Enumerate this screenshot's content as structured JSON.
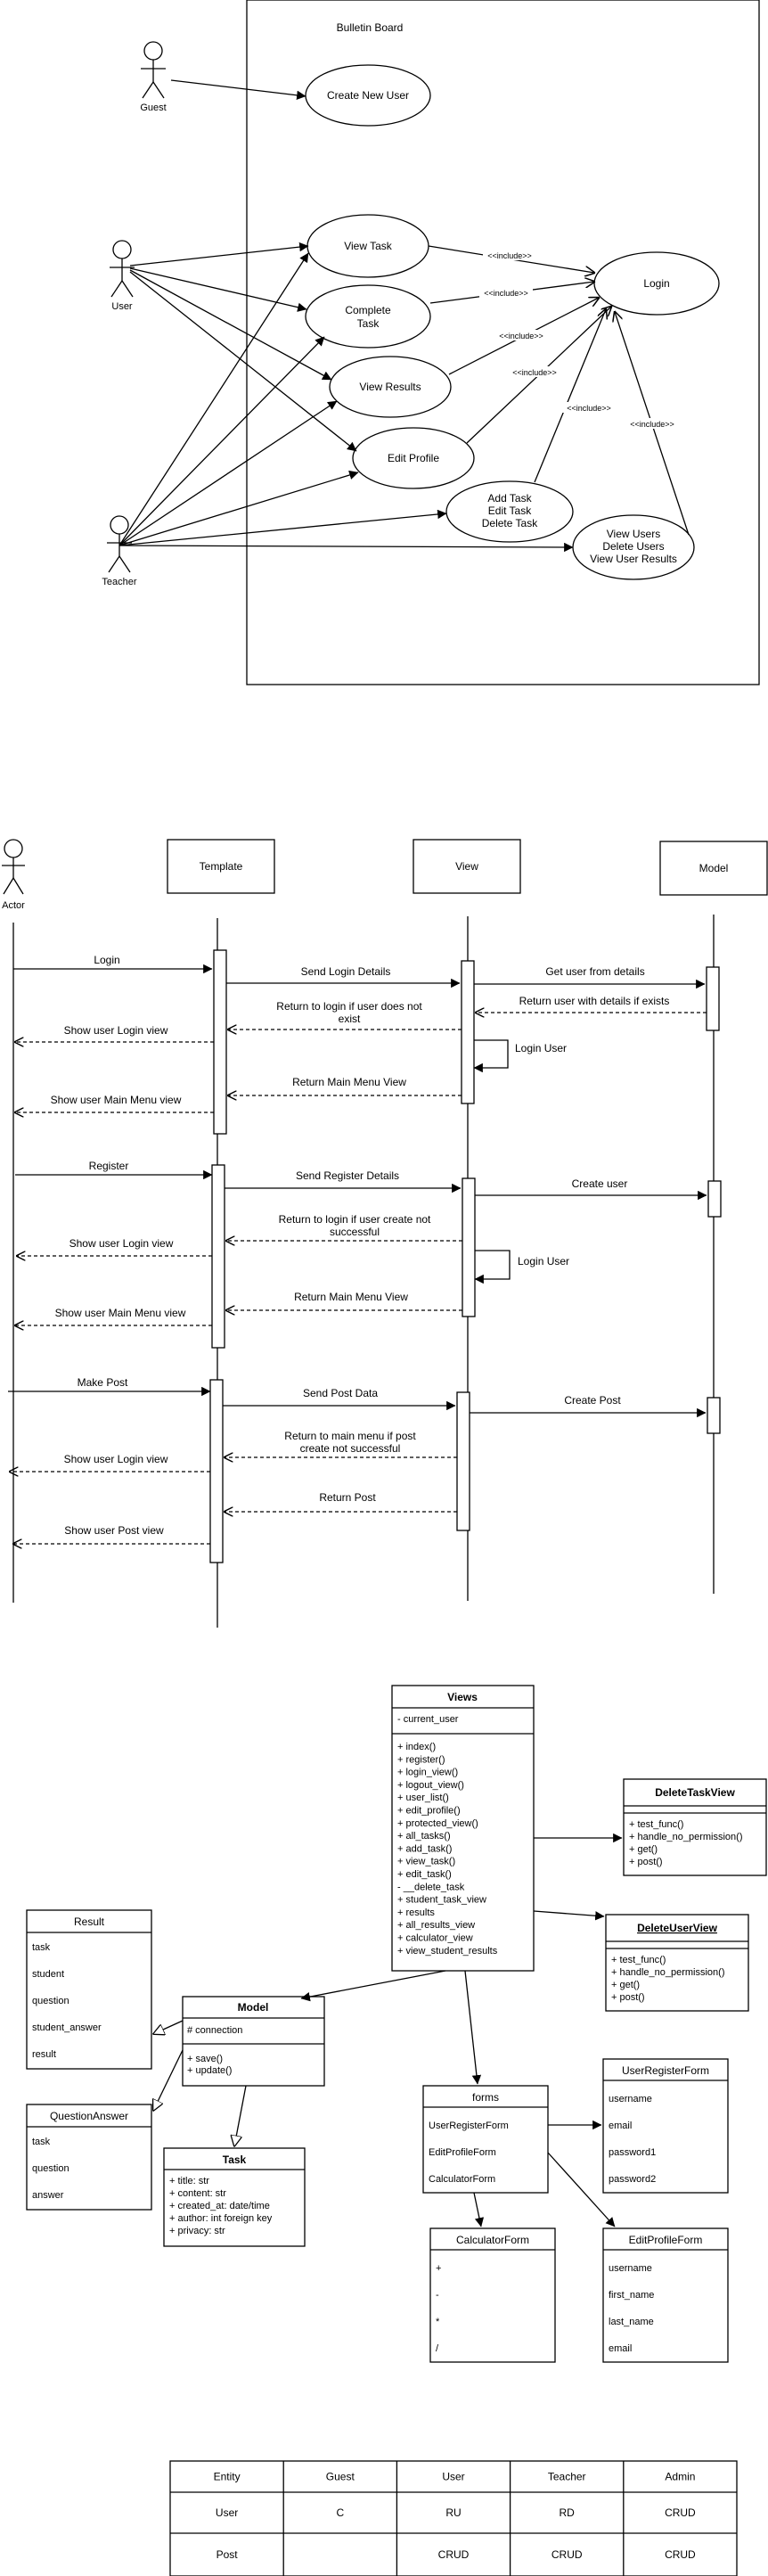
{
  "use_case": {
    "system_title": "Bulletin Board",
    "actors": {
      "guest": "Guest",
      "user": "User",
      "teacher": "Teacher"
    },
    "use_cases": {
      "create_new_user": "Create New User",
      "view_task": "View Task",
      "complete_task": [
        "Complete",
        "Task"
      ],
      "view_results": "View Results",
      "edit_profile": "Edit Profile",
      "add_edit_delete": [
        "Add Task",
        "Edit Task",
        "Delete Task"
      ],
      "view_delete_users": [
        "View Users",
        "Delete Users",
        "View User Results"
      ],
      "login": "Login"
    },
    "include_label": "<<include>>"
  },
  "sequence": {
    "actor": "Actor",
    "lifelines": {
      "template": "Template",
      "view": "View",
      "model": "Model"
    },
    "messages": {
      "login": "Login",
      "send_login_details": "Send Login Details",
      "get_user_from_details": "Get user from details",
      "return_user_with_details": "Return user with details if exists",
      "return_to_login_not_exist": [
        "Return to login if user does not",
        "exist"
      ],
      "show_user_login_view_1": "Show user Login view",
      "login_user_1": "Login User",
      "return_main_menu_view_1": "Return Main Menu View",
      "show_user_main_menu_view_1": "Show user Main Menu view",
      "register": "Register",
      "send_register_details": "Send Register Details",
      "create_user": "Create user",
      "return_to_login_create_fail": [
        "Return to login if user create not",
        "successful"
      ],
      "show_user_login_view_2": "Show user Login view",
      "login_user_2": "Login User",
      "return_main_menu_view_2": "Return Main Menu View",
      "show_user_main_menu_view_2": "Show user Main Menu view",
      "make_post": "Make Post",
      "send_post_data": "Send Post Data",
      "create_post": "Create Post",
      "return_main_menu_post_fail": [
        "Return to main menu if post",
        "create not successful"
      ],
      "show_user_login_view_3": "Show user Login view",
      "return_post": "Return Post",
      "show_user_post_view": "Show user Post view"
    }
  },
  "class_diagram": {
    "views": {
      "name": "Views",
      "attributes": [
        "- current_user"
      ],
      "methods": [
        "+ index()",
        "+ register()",
        "+ login_view()",
        "+ logout_view()",
        "+ user_list()",
        "+ edit_profile()",
        "+ protected_view()",
        "+ all_tasks()",
        "+ add_task()",
        "+ view_task()",
        "+ edit_task()",
        "- __delete_task",
        "+ student_task_view",
        "+ results",
        "+ all_results_view",
        "+ calculator_view",
        "+ view_student_results"
      ]
    },
    "delete_task_view": {
      "name": "DeleteTaskView",
      "methods": [
        "+ test_func()",
        "+ handle_no_permission()",
        "+ get()",
        "+ post()"
      ]
    },
    "delete_user_view": {
      "name": "DeleteUserView",
      "methods": [
        "+ test_func()",
        "+ handle_no_permission()",
        "+ get()",
        "+ post()"
      ]
    },
    "result": {
      "name": "Result",
      "fields": [
        "task",
        "student",
        "question",
        "student_answer",
        "result"
      ]
    },
    "model": {
      "name": "Model",
      "attributes": [
        "# connection"
      ],
      "methods": [
        "+ save()",
        "+ update()"
      ]
    },
    "question_answer": {
      "name": "QuestionAnswer",
      "fields": [
        "task",
        "question",
        "answer"
      ]
    },
    "task": {
      "name": "Task",
      "attributes": [
        "+ title: str",
        "+ content: str",
        "+ created_at: date/time",
        "+ author: int foreign key",
        "+ privacy: str"
      ]
    },
    "forms": {
      "name": "forms",
      "fields": [
        "UserRegisterForm",
        "EditProfileForm",
        "CalculatorForm"
      ]
    },
    "user_register_form": {
      "name": "UserRegisterForm",
      "fields": [
        "username",
        "email",
        "password1",
        "password2"
      ]
    },
    "calculator_form": {
      "name": "CalculatorForm",
      "fields": [
        "+",
        "-",
        "*",
        "/"
      ]
    },
    "edit_profile_form": {
      "name": "EditProfileForm",
      "fields": [
        "username",
        "first_name",
        "last_name",
        "email"
      ]
    }
  },
  "table": {
    "headers": [
      "Entity",
      "Guest",
      "User",
      "Teacher",
      "Admin"
    ],
    "rows": [
      [
        "User",
        "C",
        "RU",
        "RD",
        "CRUD"
      ],
      [
        "Post",
        "",
        "CRUD",
        "CRUD",
        "CRUD"
      ]
    ]
  }
}
